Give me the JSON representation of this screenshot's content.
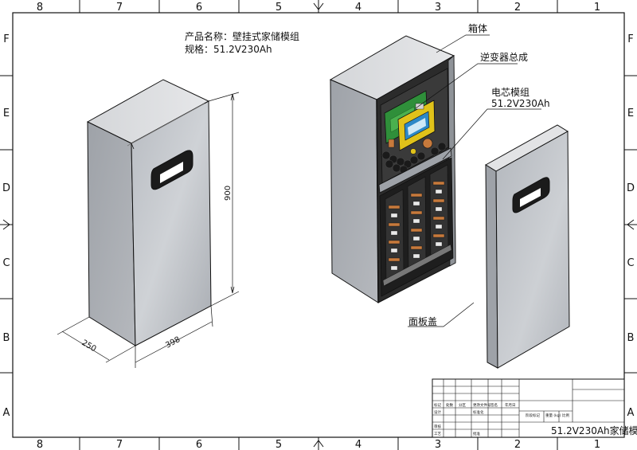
{
  "border": {
    "top_cols": [
      "8",
      "7",
      "6",
      "5",
      "4",
      "3",
      "2",
      "1"
    ],
    "bottom_cols": [
      "8",
      "7",
      "6",
      "5",
      "4",
      "3",
      "2",
      "1"
    ],
    "left_rows": [
      "F",
      "E",
      "D",
      "C",
      "B",
      "A"
    ],
    "right_rows": [
      "F",
      "E",
      "D",
      "C",
      "B",
      "A"
    ]
  },
  "product": {
    "name": "产品名称：壁挂式家储模组",
    "spec": "规格：51.2V230Ah"
  },
  "dimensions": {
    "height": "900",
    "width": "398",
    "depth": "250"
  },
  "callouts": {
    "cabinet": "箱体",
    "inverter": "逆变器总成",
    "cell_module": "电芯模组",
    "cell_spec": "51.2V230Ah",
    "panel_cover": "面板盖"
  },
  "title_block": {
    "row1": [
      "标记",
      "处数",
      "分区",
      "更改文件号",
      "签名",
      "年月日"
    ],
    "row2": [
      "设计",
      "",
      "标准化",
      "",
      "",
      ""
    ],
    "row3": [
      "审核",
      "",
      "",
      "",
      "",
      ""
    ],
    "row4": [
      "工艺",
      "",
      "批准",
      "",
      "",
      ""
    ],
    "stage_headers": [
      "阶段标记",
      "重量 (kg)",
      "比例"
    ],
    "product_title": "51.2V230Ah家储模"
  },
  "colors": {
    "line": "#111111",
    "cabinet_front": "#c8cbd0",
    "cabinet_side": "#a9adb3",
    "cabinet_top": "#d9dbde",
    "pcb_green": "#2f8f3a",
    "lcd_yellow": "#e0c21a",
    "copper": "#c77a3c"
  }
}
